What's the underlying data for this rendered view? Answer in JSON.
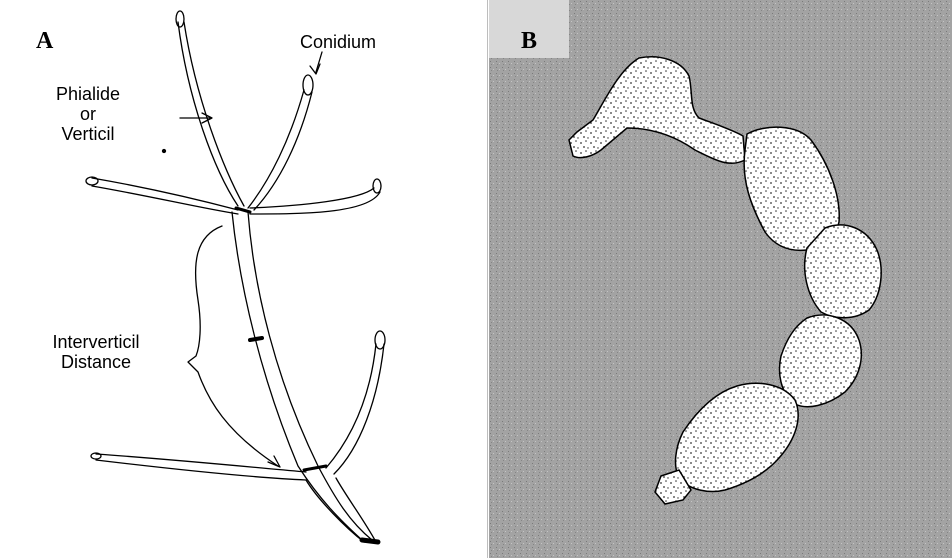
{
  "panel_a": {
    "letter": "A",
    "labels": {
      "conidium": "Conidium",
      "phialide_line1": "Phialide",
      "phialide_line2": "or",
      "phialide_line3": "Verticil",
      "intervert_line1": "Interverticil",
      "intervert_line2": "Distance"
    }
  },
  "panel_b": {
    "letter": "B"
  }
}
